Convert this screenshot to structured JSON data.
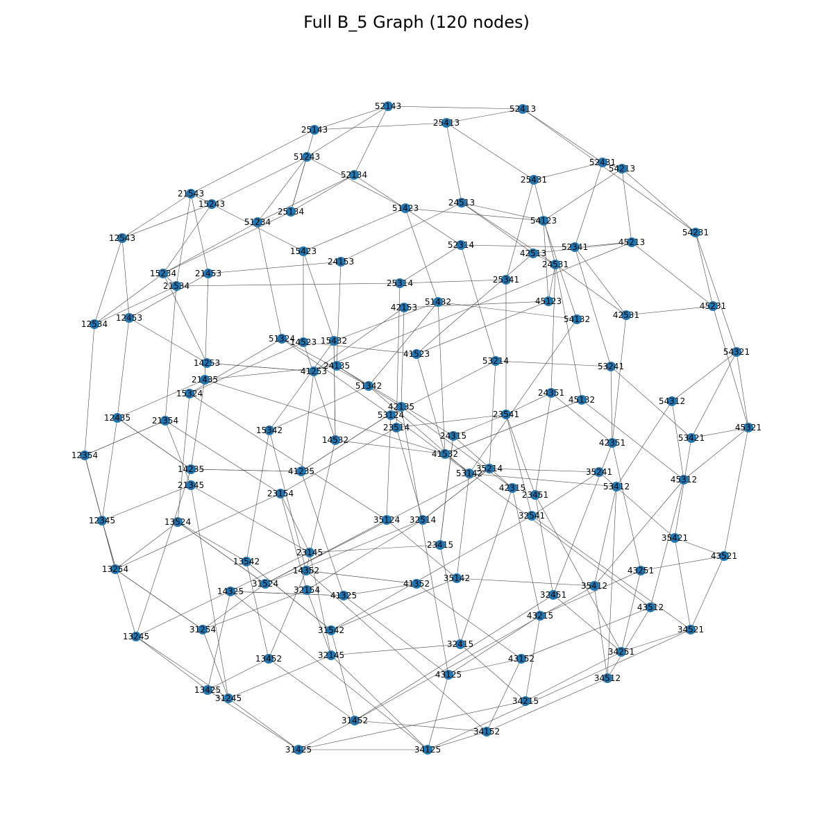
{
  "title": "Full B_5 Graph (120 nodes)",
  "colors": {
    "node": "#1f77b4",
    "edge": "#444444",
    "label": "#000000"
  },
  "nodes": [
    "52143",
    "52413",
    "25143",
    "25413",
    "51243",
    "52134",
    "21543",
    "15243",
    "24513",
    "51423",
    "25134",
    "51234",
    "54231",
    "52431",
    "54213",
    "25431",
    "54123",
    "12543",
    "15423",
    "52314",
    "24153",
    "42513",
    "52341",
    "45213",
    "24531",
    "15234",
    "21453",
    "21534",
    "25314",
    "25341",
    "45123",
    "51432",
    "42153",
    "45231",
    "12534",
    "12453",
    "54132",
    "42531",
    "54321",
    "51324",
    "14523",
    "15432",
    "41523",
    "53214",
    "14253",
    "24135",
    "53241",
    "41253",
    "21435",
    "51342",
    "15324",
    "24351",
    "45132",
    "54312",
    "42135",
    "53124",
    "12435",
    "21354",
    "23541",
    "23514",
    "15342",
    "24315",
    "53421",
    "45321",
    "14532",
    "41532",
    "12354",
    "42351",
    "35214",
    "53142",
    "41235",
    "35241",
    "14235",
    "42315",
    "53412",
    "45312",
    "21345",
    "23154",
    "23451",
    "32541",
    "12345",
    "13524",
    "35124",
    "32514",
    "35421",
    "23415",
    "23145",
    "43521",
    "13542",
    "43251",
    "14352",
    "13254",
    "35142",
    "31524",
    "41352",
    "35412",
    "14325",
    "32154",
    "41325",
    "32451",
    "43512",
    "31254",
    "43215",
    "31542",
    "13245",
    "34521",
    "32415",
    "34251",
    "13452",
    "32145",
    "43152",
    "43125",
    "34512",
    "13425",
    "31245",
    "34215",
    "31452",
    "34152",
    "31425",
    "34125"
  ],
  "edges": [
    [
      "52143",
      "52413"
    ],
    [
      "52143",
      "51243"
    ],
    [
      "52143",
      "25143"
    ],
    [
      "52143",
      "52134"
    ],
    [
      "52413",
      "25413"
    ],
    [
      "52413",
      "52431"
    ],
    [
      "52413",
      "54231"
    ],
    [
      "25143",
      "25413"
    ],
    [
      "25143",
      "21543"
    ],
    [
      "25143",
      "25134"
    ],
    [
      "25413",
      "24513"
    ],
    [
      "25413",
      "25431"
    ],
    [
      "51243",
      "51234"
    ],
    [
      "51243",
      "15243"
    ],
    [
      "51243",
      "51423"
    ],
    [
      "51243",
      "25134"
    ],
    [
      "52134",
      "51234"
    ],
    [
      "52134",
      "25134"
    ],
    [
      "52134",
      "52314"
    ],
    [
      "21543",
      "12543"
    ],
    [
      "21543",
      "21534"
    ],
    [
      "21543",
      "21453"
    ],
    [
      "15243",
      "12543"
    ],
    [
      "15243",
      "15423"
    ],
    [
      "15243",
      "15234"
    ],
    [
      "24513",
      "24153"
    ],
    [
      "24513",
      "42513"
    ],
    [
      "24513",
      "24531"
    ],
    [
      "51423",
      "54123"
    ],
    [
      "51423",
      "15423"
    ],
    [
      "51423",
      "51432"
    ],
    [
      "25431",
      "52431"
    ],
    [
      "25431",
      "24531"
    ],
    [
      "25431",
      "25341"
    ],
    [
      "52431",
      "54213"
    ],
    [
      "52431",
      "52341"
    ],
    [
      "54213",
      "54231"
    ],
    [
      "54213",
      "54123"
    ],
    [
      "54213",
      "45213"
    ],
    [
      "54231",
      "54321"
    ],
    [
      "54231",
      "45231"
    ],
    [
      "12543",
      "12534"
    ],
    [
      "12543",
      "12453"
    ],
    [
      "15423",
      "14523"
    ],
    [
      "15423",
      "15432"
    ],
    [
      "52314",
      "52341"
    ],
    [
      "52314",
      "25314"
    ],
    [
      "52314",
      "53214"
    ],
    [
      "54123",
      "54132"
    ],
    [
      "54123",
      "45123"
    ],
    [
      "52341",
      "53241"
    ],
    [
      "52341",
      "42531"
    ],
    [
      "45213",
      "42513"
    ],
    [
      "45213",
      "45231"
    ],
    [
      "24531",
      "42531"
    ],
    [
      "24531",
      "24351"
    ],
    [
      "24531",
      "45132"
    ],
    [
      "15234",
      "12534"
    ],
    [
      "15234",
      "25134"
    ],
    [
      "15234",
      "14253"
    ],
    [
      "21453",
      "12453"
    ],
    [
      "21453",
      "24153"
    ],
    [
      "21453",
      "21435"
    ],
    [
      "21534",
      "25314"
    ],
    [
      "21534",
      "12534"
    ],
    [
      "21534",
      "21354"
    ],
    [
      "25314",
      "25341"
    ],
    [
      "25314",
      "23514"
    ],
    [
      "25341",
      "23541"
    ],
    [
      "45123",
      "41523"
    ],
    [
      "45123",
      "42153"
    ],
    [
      "51432",
      "15432"
    ],
    [
      "51432",
      "54132"
    ],
    [
      "51432",
      "51342"
    ],
    [
      "42153",
      "41253"
    ],
    [
      "42153",
      "42135"
    ],
    [
      "12453",
      "14253"
    ],
    [
      "12453",
      "12435"
    ],
    [
      "54132",
      "53142"
    ],
    [
      "42531",
      "45231"
    ],
    [
      "42531",
      "42351"
    ],
    [
      "45231",
      "45321"
    ],
    [
      "54321",
      "53421"
    ],
    [
      "54321",
      "54312"
    ],
    [
      "54321",
      "45321"
    ],
    [
      "51324",
      "15324"
    ],
    [
      "51324",
      "53124"
    ],
    [
      "51324",
      "51234"
    ],
    [
      "51324",
      "51342"
    ],
    [
      "14523",
      "41523"
    ],
    [
      "14523",
      "15324"
    ],
    [
      "14523",
      "14532"
    ],
    [
      "15432",
      "14532"
    ],
    [
      "15432",
      "15342"
    ],
    [
      "41523",
      "41532"
    ],
    [
      "53214",
      "53241"
    ],
    [
      "53214",
      "35214"
    ],
    [
      "53214",
      "53124"
    ],
    [
      "14253",
      "41253"
    ],
    [
      "24135",
      "21435"
    ],
    [
      "24135",
      "42135"
    ],
    [
      "24135",
      "24315"
    ],
    [
      "24135",
      "24153"
    ],
    [
      "53241",
      "53421"
    ],
    [
      "53241",
      "42351"
    ],
    [
      "41253",
      "14253"
    ],
    [
      "41253",
      "41235"
    ],
    [
      "41253",
      "45213"
    ],
    [
      "21435",
      "12435"
    ],
    [
      "21435",
      "14235"
    ],
    [
      "21435",
      "41532"
    ],
    [
      "51342",
      "15342"
    ],
    [
      "51342",
      "53142"
    ],
    [
      "15324",
      "35124"
    ],
    [
      "24351",
      "23451"
    ],
    [
      "24351",
      "42351"
    ],
    [
      "24351",
      "23541"
    ],
    [
      "45132",
      "41532"
    ],
    [
      "45132",
      "45312"
    ],
    [
      "54312",
      "53412"
    ],
    [
      "54312",
      "45312"
    ],
    [
      "42135",
      "41235"
    ],
    [
      "42135",
      "43125"
    ],
    [
      "42135",
      "42315"
    ],
    [
      "53124",
      "35124"
    ],
    [
      "53124",
      "53142"
    ],
    [
      "12435",
      "12345"
    ],
    [
      "12435",
      "14235"
    ],
    [
      "21354",
      "12354"
    ],
    [
      "21354",
      "23154"
    ],
    [
      "21354",
      "21345"
    ],
    [
      "23541",
      "32541"
    ],
    [
      "23541",
      "24315"
    ],
    [
      "23541",
      "23451"
    ],
    [
      "23514",
      "32514"
    ],
    [
      "23514",
      "23154"
    ],
    [
      "23514",
      "23541"
    ],
    [
      "15342",
      "13542"
    ],
    [
      "15342",
      "14352"
    ],
    [
      "24315",
      "42315"
    ],
    [
      "24315",
      "23415"
    ],
    [
      "53421",
      "45321"
    ],
    [
      "53421",
      "35421"
    ],
    [
      "45321",
      "43521"
    ],
    [
      "45321",
      "45312"
    ],
    [
      "14532",
      "41532"
    ],
    [
      "14532",
      "14352"
    ],
    [
      "14532",
      "15432"
    ],
    [
      "41532",
      "43512"
    ],
    [
      "41532",
      "45132"
    ],
    [
      "12354",
      "12345"
    ],
    [
      "12354",
      "13254"
    ],
    [
      "12354",
      "21354"
    ],
    [
      "42351",
      "43251"
    ],
    [
      "42351",
      "32451"
    ],
    [
      "35214",
      "32514"
    ],
    [
      "35214",
      "35241"
    ],
    [
      "35214",
      "31524"
    ],
    [
      "53142",
      "35142"
    ],
    [
      "53142",
      "53412"
    ],
    [
      "41235",
      "42135"
    ],
    [
      "41235",
      "14235"
    ],
    [
      "41235",
      "41325"
    ],
    [
      "35241",
      "32541"
    ],
    [
      "35241",
      "35421"
    ],
    [
      "14235",
      "12435"
    ],
    [
      "14235",
      "13245"
    ],
    [
      "14235",
      "41235"
    ],
    [
      "42315",
      "43215"
    ],
    [
      "42315",
      "32415"
    ],
    [
      "53412",
      "35412"
    ],
    [
      "53412",
      "34512"
    ],
    [
      "45312",
      "43512"
    ],
    [
      "45312",
      "35412"
    ],
    [
      "21345",
      "12345"
    ],
    [
      "21345",
      "31245"
    ],
    [
      "21345",
      "23145"
    ],
    [
      "23154",
      "32154"
    ],
    [
      "23154",
      "13254"
    ],
    [
      "23154",
      "23145"
    ],
    [
      "23451",
      "32451"
    ],
    [
      "23451",
      "34251"
    ],
    [
      "32541",
      "34521"
    ],
    [
      "32541",
      "31542"
    ],
    [
      "12345",
      "13245"
    ],
    [
      "12345",
      "13254"
    ],
    [
      "13524",
      "31524"
    ],
    [
      "13524",
      "15324"
    ],
    [
      "13524",
      "13254"
    ],
    [
      "13524",
      "13542"
    ],
    [
      "35124",
      "31524"
    ],
    [
      "35124",
      "35142"
    ],
    [
      "32514",
      "31524"
    ],
    [
      "32514",
      "35214"
    ],
    [
      "35421",
      "34521"
    ],
    [
      "35421",
      "43521"
    ],
    [
      "23415",
      "32415"
    ],
    [
      "23415",
      "23145"
    ],
    [
      "23415",
      "24315"
    ],
    [
      "23145",
      "32145"
    ],
    [
      "23145",
      "13245"
    ],
    [
      "43521",
      "43251"
    ],
    [
      "43521",
      "34521"
    ],
    [
      "13542",
      "31542"
    ],
    [
      "13542",
      "13452"
    ],
    [
      "43251",
      "34251"
    ],
    [
      "43251",
      "43215"
    ],
    [
      "14352",
      "41352"
    ],
    [
      "14352",
      "13452"
    ],
    [
      "14352",
      "34152"
    ],
    [
      "13254",
      "31254"
    ],
    [
      "13254",
      "12354"
    ],
    [
      "35142",
      "31542"
    ],
    [
      "35142",
      "35412"
    ],
    [
      "31524",
      "31254"
    ],
    [
      "31524",
      "13524"
    ],
    [
      "41352",
      "43152"
    ],
    [
      "41352",
      "41325"
    ],
    [
      "41352",
      "14352"
    ],
    [
      "35412",
      "34512"
    ],
    [
      "35412",
      "31452"
    ],
    [
      "14325",
      "13425"
    ],
    [
      "14325",
      "41325"
    ],
    [
      "14325",
      "34125"
    ],
    [
      "32154",
      "31254"
    ],
    [
      "32154",
      "32145"
    ],
    [
      "32154",
      "32514"
    ],
    [
      "41325",
      "43125"
    ],
    [
      "41325",
      "14325"
    ],
    [
      "32451",
      "34251"
    ],
    [
      "32451",
      "31452"
    ],
    [
      "43512",
      "34512"
    ],
    [
      "43512",
      "43152"
    ],
    [
      "31254",
      "31245"
    ],
    [
      "31254",
      "13254"
    ],
    [
      "43215",
      "34215"
    ],
    [
      "43215",
      "43125"
    ],
    [
      "31542",
      "13542"
    ],
    [
      "31542",
      "31452"
    ],
    [
      "13245",
      "31245"
    ],
    [
      "13245",
      "13425"
    ],
    [
      "34521",
      "34125"
    ],
    [
      "34521",
      "34251"
    ],
    [
      "32415",
      "32145"
    ],
    [
      "32415",
      "34215"
    ],
    [
      "34251",
      "34215"
    ],
    [
      "13452",
      "13425"
    ],
    [
      "13452",
      "31452"
    ],
    [
      "32145",
      "31245"
    ],
    [
      "32145",
      "34125"
    ],
    [
      "43152",
      "43125"
    ],
    [
      "43152",
      "34152"
    ],
    [
      "43125",
      "34125"
    ],
    [
      "34512",
      "34152"
    ],
    [
      "13425",
      "31425"
    ],
    [
      "31245",
      "31425"
    ],
    [
      "34215",
      "31425"
    ],
    [
      "31452",
      "34152"
    ],
    [
      "31452",
      "31425"
    ],
    [
      "34152",
      "34125"
    ],
    [
      "31425",
      "34125"
    ],
    [
      "21534",
      "15234"
    ],
    [
      "12534",
      "12354"
    ],
    [
      "21543",
      "15243"
    ],
    [
      "51234",
      "15234"
    ],
    [
      "54123",
      "24513"
    ],
    [
      "52341",
      "45213"
    ],
    [
      "42513",
      "24531"
    ],
    [
      "41523",
      "42513"
    ],
    [
      "45123",
      "24531"
    ],
    [
      "51432",
      "41532"
    ]
  ]
}
